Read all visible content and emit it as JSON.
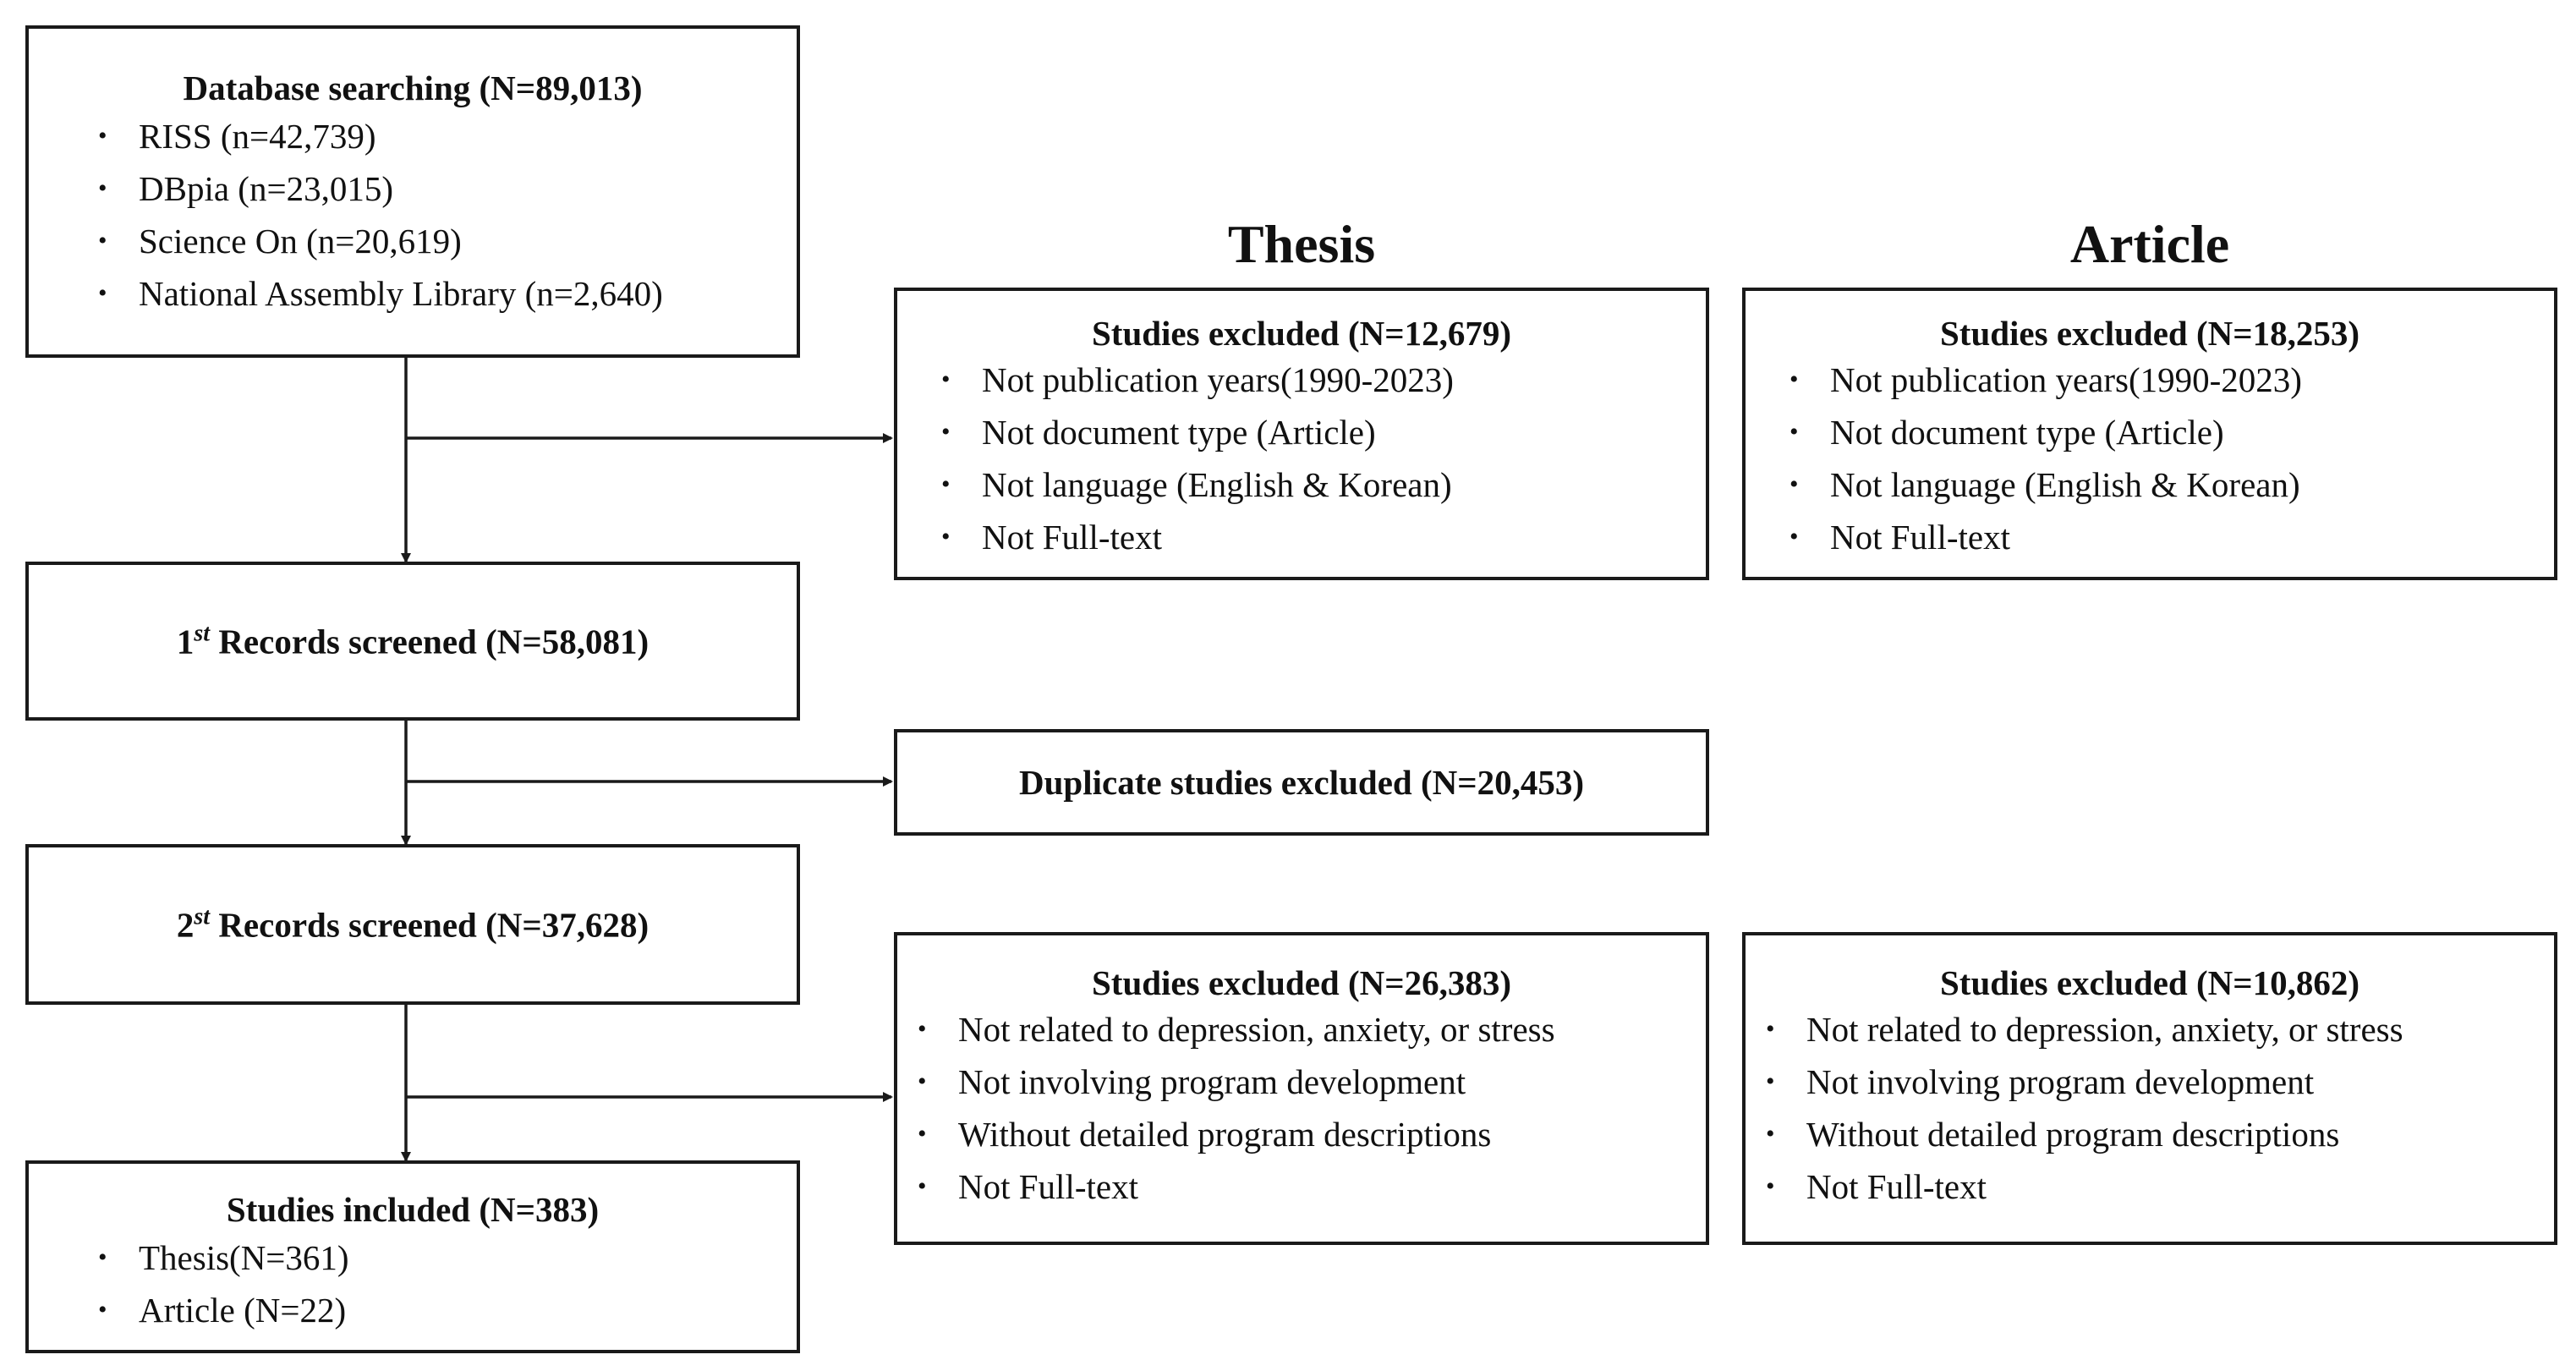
{
  "columns": {
    "thesis": "Thesis",
    "article": "Article"
  },
  "database": {
    "title": "Database searching (N=89,013)",
    "items": [
      "RISS (n=42,739)",
      "DBpia (n=23,015)",
      "Science On (n=20,619)",
      "National Assembly Library (n=2,640)"
    ]
  },
  "screen1": {
    "ordinal": "1",
    "sup": "st",
    "rest": " Records screened (N=58,081)"
  },
  "screen2": {
    "ordinal": "2",
    "sup": "st",
    "rest": " Records screened (N=37,628)"
  },
  "included": {
    "title": "Studies included (N=383)",
    "items": [
      "Thesis(N=361)",
      "Article (N=22)"
    ]
  },
  "excl1_thesis": {
    "title": "Studies excluded (N=12,679)",
    "items": [
      "Not publication years(1990-2023)",
      "Not document type (Article)",
      "Not language (English & Korean)",
      "Not Full-text"
    ]
  },
  "excl1_article": {
    "title": "Studies excluded (N=18,253)",
    "items": [
      "Not publication years(1990-2023)",
      "Not document type (Article)",
      "Not language (English & Korean)",
      "Not Full-text"
    ]
  },
  "duplicate": {
    "title": "Duplicate studies excluded (N=20,453)"
  },
  "excl2_thesis": {
    "title": "Studies excluded (N=26,383)",
    "items": [
      "Not related to depression, anxiety, or stress",
      "Not involving program development",
      "Without detailed program descriptions",
      "Not Full-text"
    ]
  },
  "excl2_article": {
    "title": "Studies excluded (N=10,862)",
    "items": [
      "Not related to depression, anxiety, or stress",
      "Not involving program development",
      "Without detailed program descriptions",
      "Not Full-text"
    ]
  }
}
